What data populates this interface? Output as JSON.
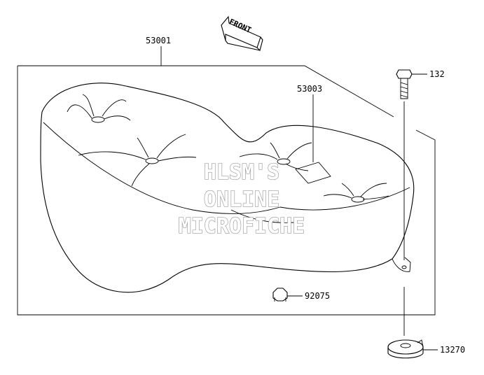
{
  "orientation_label": "FRONT",
  "parts": {
    "seat_assembly": "53001",
    "rear_seat": "53003",
    "bolt": "132",
    "damper": "92075",
    "collar": "13270"
  },
  "watermark": {
    "line1": "HLSM'S",
    "line2": "ONLINE",
    "line3": "MICROFICHE"
  },
  "colors": {
    "line": "#000000",
    "watermark_outline": "#9a9a9a",
    "background": "#ffffff"
  }
}
